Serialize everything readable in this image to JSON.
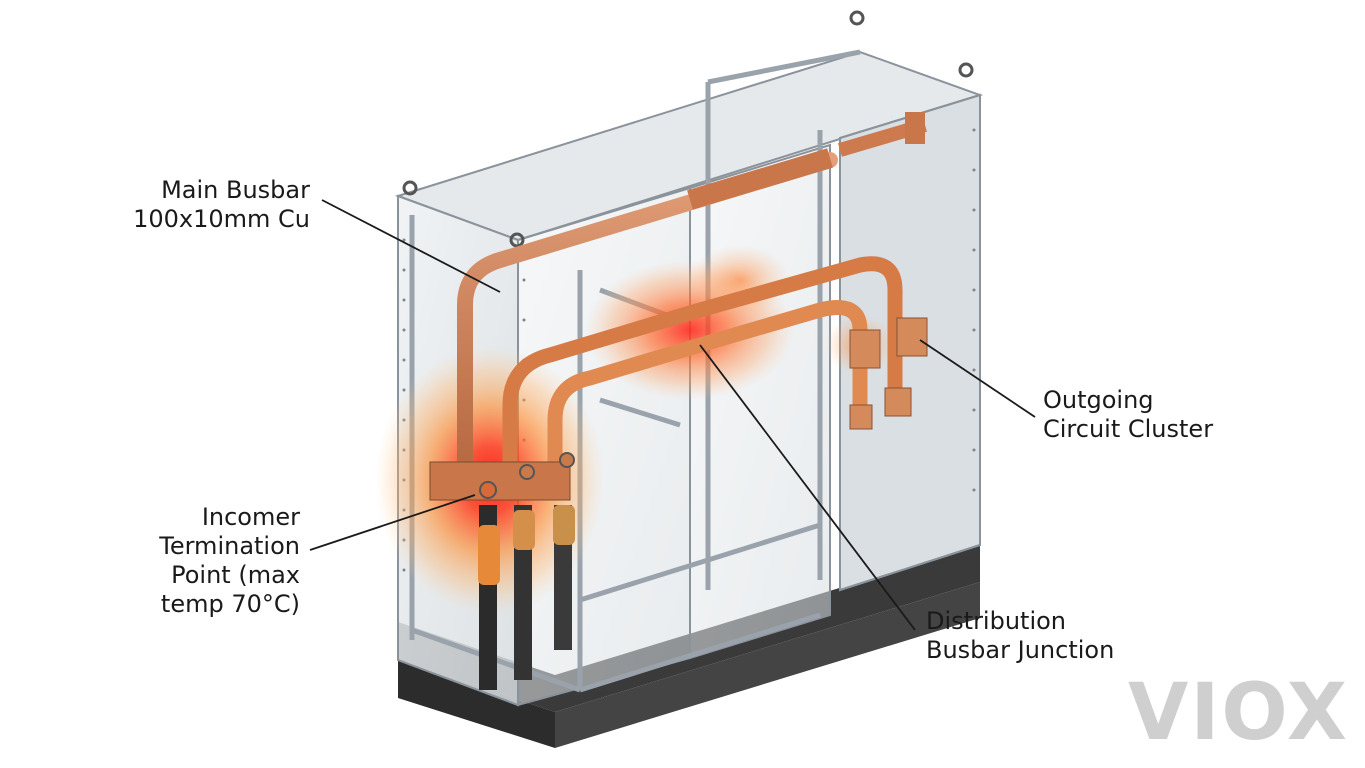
{
  "labels": {
    "main_busbar": "Main Busbar\n100x10mm Cu",
    "incomer": "Incomer\nTermination\nPoint (max\ntemp 70°C)",
    "outgoing": "Outgoing\nCircuit Cluster",
    "distribution": "Distribution\nBusbar Junction"
  },
  "brand": {
    "watermark": "VIOX"
  },
  "colors": {
    "frame": "#9aa3ab",
    "glass": "#dfe4e8",
    "copper": "#cd7a4e",
    "plinth": "#3a3a3a",
    "hot": "#ff2a1a",
    "warm": "#ff9a2e",
    "leader": "#1a1a1a"
  },
  "icons": [
    "lifting-eye-icon",
    "bolt-icon"
  ]
}
